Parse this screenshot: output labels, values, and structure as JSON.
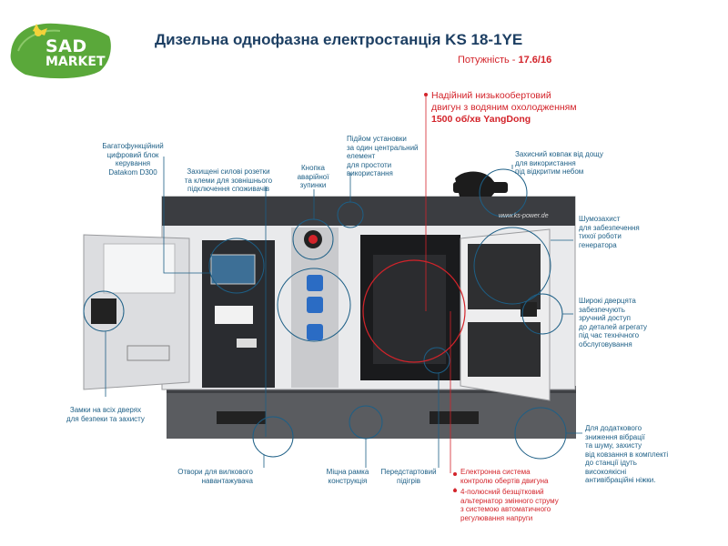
{
  "logo": {
    "line1": "SAD",
    "line2": "MARKET"
  },
  "header": {
    "title_prefix": "Дизельна однофазна електростанція",
    "model": "KS 18-1YE",
    "power_label": "Потужність -",
    "power_value": "17.6/16"
  },
  "machine": {
    "brand_url": "www.ks-power.de"
  },
  "callouts": {
    "controller": [
      "Багатофункційний",
      "цифровий блок",
      "керування",
      "Datakom D300"
    ],
    "sockets": [
      "Захищені силові розетки",
      "та клеми для зовнішнього",
      "підключення споживачів"
    ],
    "estop": [
      "Кнопка",
      "аварійної",
      "зупинки"
    ],
    "lifting": [
      "Підйом установки",
      "за один центральний",
      "елемент",
      "для простоти",
      "використання"
    ],
    "engine": [
      "Надійний низькообертовий",
      "двигун з водяним охолодженням"
    ],
    "engine_bold": "1500 об/хв YangDong",
    "rain_cap": [
      "Захисний ковпак від дощу",
      "для використання",
      "під відкритим небом"
    ],
    "soundproof": [
      "Шумозахист",
      "для забезпечення",
      "тихої роботи",
      "генератора"
    ],
    "doors": [
      "Широкі дверцята",
      "забезпечують",
      "зручний доступ",
      "до деталей агрегату",
      "під час технічного",
      "обслуговування"
    ],
    "locks": [
      "Замки на всіх дверях",
      "для безпеки та захисту"
    ],
    "fork": [
      "Отвори для вилкового",
      "навантажувача"
    ],
    "frame": [
      "Міцна рамка",
      "конструкція"
    ],
    "preheat": [
      "Передстартовий",
      "підігрів"
    ],
    "electronic": [
      "Електронна система",
      "контролю обертів двигуна"
    ],
    "alternator": [
      "4-полюсний безщітковий",
      "альтернатор змінного струму",
      "з системою автоматичного",
      "регулювання напруги"
    ],
    "vibration": [
      "Для додаткового",
      "зниження вібрації",
      "та шуму, захисту",
      "від ковзання в комплекті",
      "до станції ідуть",
      "високоякісні",
      "антивібраційні ніжки."
    ]
  },
  "colors": {
    "accent": "#d3232a",
    "text": "#1d3f63",
    "line": "#1d5f86",
    "logo_green": "#5aa83a"
  }
}
